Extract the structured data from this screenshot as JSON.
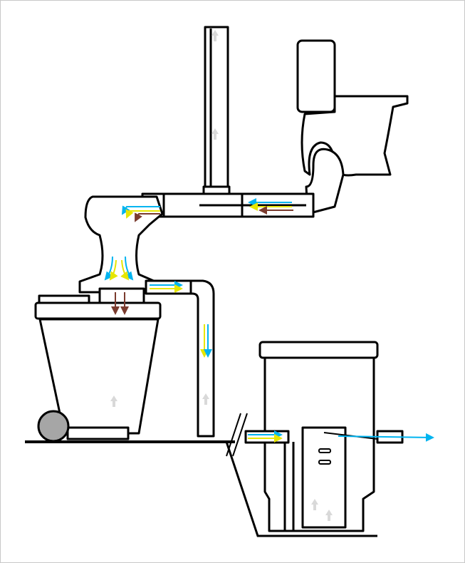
{
  "diagram": {
    "colors": {
      "outline": "#000000",
      "flow_blue": "#00b4f0",
      "flow_yellow": "#ffff00",
      "flow_brown": "#7a3b2e",
      "wheel": "#a6a6a6",
      "vent_arrow": "#d9d9d9"
    },
    "components": [
      "vent-stack",
      "toilet",
      "drain-pipe",
      "separator",
      "waste-bin",
      "liquid-pipe",
      "storage-tank",
      "outflow-pipe"
    ],
    "icons": [
      "up-arrow-icon",
      "flow-arrow-icon"
    ]
  }
}
